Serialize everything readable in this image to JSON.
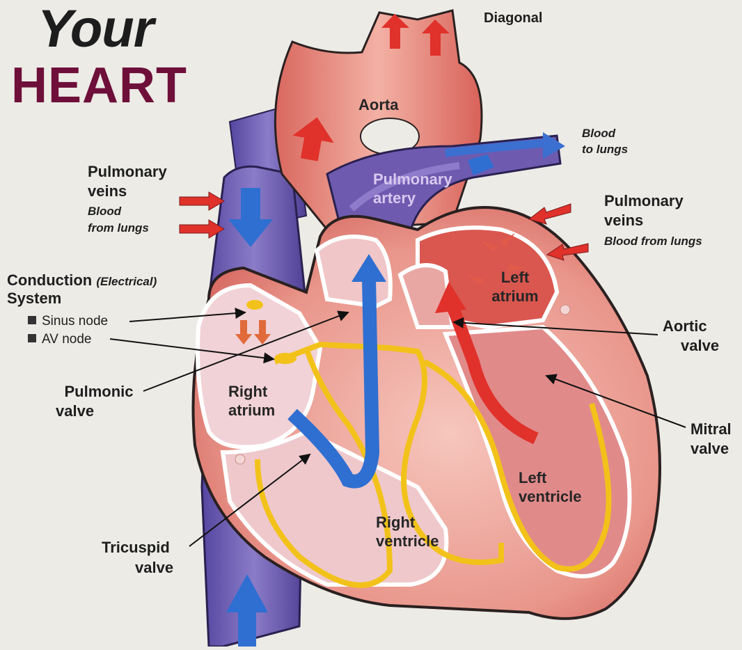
{
  "title": {
    "line1": "Your",
    "line2": "HEART",
    "color_line2": "#6e0f3a"
  },
  "corner_label": "Diagonal",
  "vessels": {
    "aorta": "Aorta",
    "pulmonary_artery_1": "Pulmonary",
    "pulmonary_artery_2": "artery",
    "blood_to_lungs_1": "Blood",
    "blood_to_lungs_2": "to lungs"
  },
  "left_veins": {
    "title1": "Pulmonary",
    "title2": "veins",
    "sub1": "Blood",
    "sub2": "from lungs"
  },
  "right_veins": {
    "title1": "Pulmonary",
    "title2": "veins",
    "sub": "Blood from lungs"
  },
  "conduction": {
    "title1": "Conduction",
    "title_paren": "(Electrical)",
    "title2": "System",
    "sinus": "Sinus node",
    "av": "AV node"
  },
  "chambers": {
    "right_atrium_1": "Right",
    "right_atrium_2": "atrium",
    "left_atrium_1": "Left",
    "left_atrium_2": "atrium",
    "right_ventricle_1": "Right",
    "right_ventricle_2": "ventricle",
    "left_ventricle_1": "Left",
    "left_ventricle_2": "ventricle"
  },
  "valves": {
    "pulmonic_1": "Pulmonic",
    "pulmonic_2": "valve",
    "aortic_1": "Aortic",
    "aortic_2": "valve",
    "mitral_1": "Mitral",
    "mitral_2": "valve",
    "tricuspid_1": "Tricuspid",
    "tricuspid_2": "valve"
  },
  "colors": {
    "background": "#ecebe6",
    "deoxygenated_flow": "#2f6fd1",
    "oxygenated_flow": "#e0312b",
    "conduction_path": "#f2c21a",
    "vena_cava": "#6c5aa8",
    "heart_muscle": "#e8958c"
  }
}
